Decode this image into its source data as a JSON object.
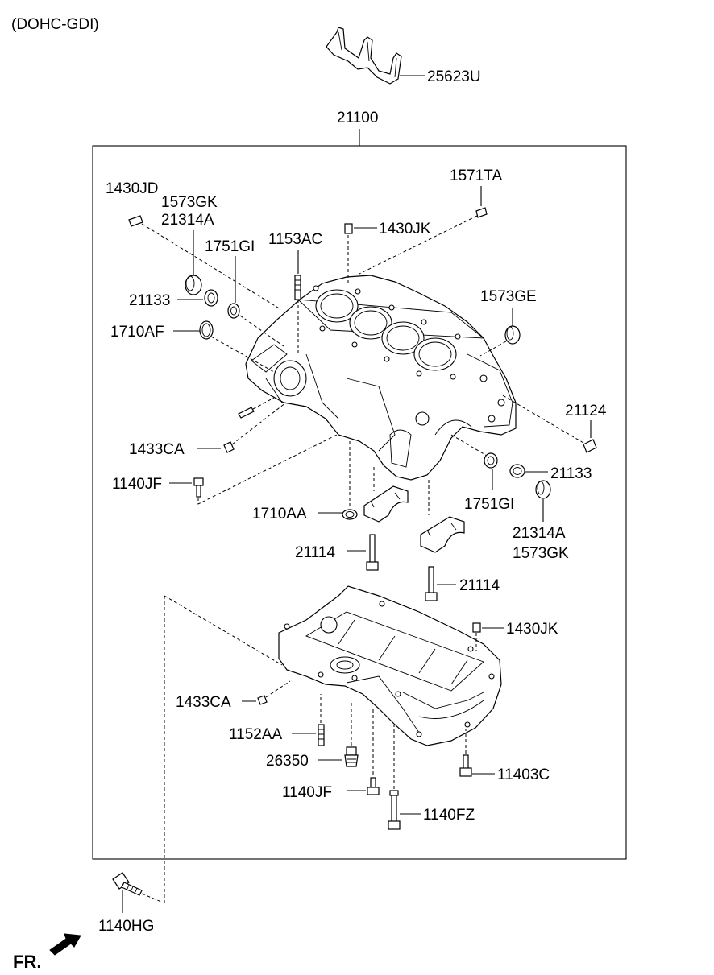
{
  "header": {
    "engine_variant": "(DOHC-GDI)"
  },
  "assembly": {
    "label": "21100"
  },
  "callouts": {
    "gasket_top": "25623U",
    "c_1430JD": "1430JD",
    "c_1573GK_a": "1573GK",
    "c_21314A_a": "21314A",
    "c_1751GI_a": "1751GI",
    "c_1153AC": "1153AC",
    "c_1430JK_a": "1430JK",
    "c_1571TA": "1571TA",
    "c_21133_a": "21133",
    "c_1710AF": "1710AF",
    "c_1573GE": "1573GE",
    "c_21124": "21124",
    "c_1433CA_a": "1433CA",
    "c_1140JF_a": "1140JF",
    "c_1710AA": "1710AA",
    "c_1751GI_b": "1751GI",
    "c_21133_b": "21133",
    "c_21314A_b": "21314A",
    "c_1573GK_b": "1573GK",
    "c_21114_a": "21114",
    "c_21114_b": "21114",
    "c_1430JK_b": "1430JK",
    "c_1433CA_b": "1433CA",
    "c_1152AA": "1152AA",
    "c_26350": "26350",
    "c_11403C": "11403C",
    "c_1140JF_b": "1140JF",
    "c_1140FZ": "1140FZ",
    "c_1140HG": "1140HG"
  },
  "footer": {
    "front_indicator": "FR."
  }
}
